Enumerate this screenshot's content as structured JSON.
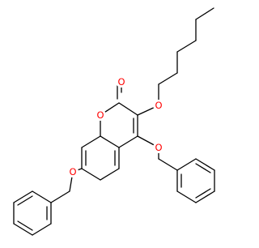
{
  "molecule": {
    "atom_labels": {
      "ring_oxygen": "O",
      "carbonyl_oxygen": "O",
      "hexyloxy_oxygen": "O",
      "benzyloxy4_oxygen": "O",
      "benzyloxy7_oxygen": "O"
    },
    "colors": {
      "bond": "#000000",
      "oxygen": "#ff0000",
      "background": "#ffffff"
    }
  }
}
